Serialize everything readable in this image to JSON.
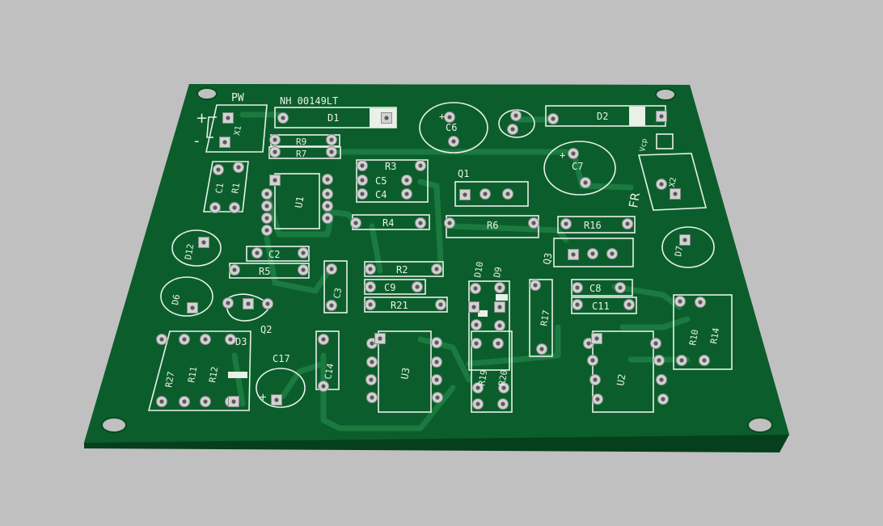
{
  "board": {
    "title": "NH 00149LT",
    "power_header": {
      "label": "PW",
      "ref": "X1",
      "plus": "+",
      "minus": "-"
    },
    "output_header": {
      "label": "FR",
      "ref": "X2",
      "vcp": "Vcp"
    },
    "colors": {
      "background": "#c0c0c0",
      "substrate": "#0b5e2c",
      "edge": "#063f1c",
      "trace": "#1b7a3f",
      "silkscreen": "#e8f0e8",
      "pad": "#d2d2d2"
    }
  },
  "labels": {
    "D1": "D1",
    "D2": "D2",
    "D3": "D3",
    "D6": "D6",
    "D7": "D7",
    "D9": "D9",
    "D10": "D10",
    "D12": "D12",
    "C1": "C1",
    "C2": "C2",
    "C3": "C3",
    "C4": "C4",
    "C5": "C5",
    "C6": "C6",
    "C7": "C7",
    "C8": "C8",
    "C9": "C9",
    "C11": "C11",
    "C14": "C14",
    "C17": "C17",
    "R1": "R1",
    "R2": "R2",
    "R3": "R3",
    "R4": "R4",
    "R5": "R5",
    "R6": "R6",
    "R7": "R7",
    "R9": "R9",
    "R10": "R10",
    "R11": "R11",
    "R12": "R12",
    "R14": "R14",
    "R16": "R16",
    "R17": "R17",
    "R19": "R19",
    "R20": "R20",
    "R21": "R21",
    "R27": "R27",
    "Q1": "Q1",
    "Q2": "Q2",
    "Q3": "Q3",
    "U1": "U1",
    "U2": "U2",
    "U3": "U3",
    "plus": "+"
  }
}
